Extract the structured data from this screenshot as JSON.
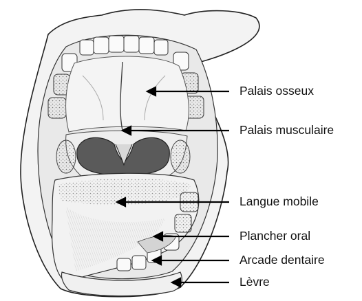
{
  "labels": [
    "Palais osseux",
    "Palais musculaire",
    "Langue mobile",
    "Plancher oral",
    "Arcade dentaire",
    "Lèvre"
  ]
}
